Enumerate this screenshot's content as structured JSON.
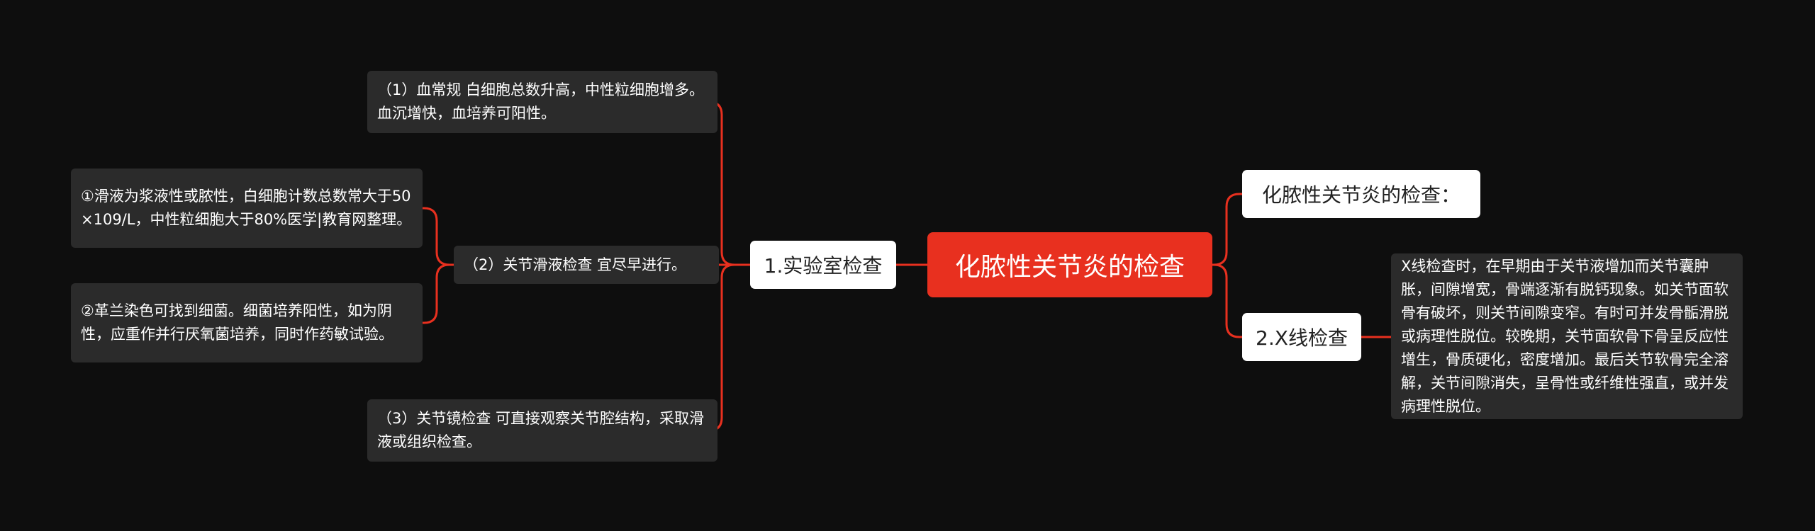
{
  "colors": {
    "background": "#0e0e0e",
    "root": "#e8301f",
    "connector": "#e8301f",
    "level1": "#ffffff",
    "leaf": "#2b2b2b"
  },
  "root": {
    "label": "化脓性关节炎的检查"
  },
  "branches": {
    "lab": {
      "label": "1.实验室检查",
      "items": {
        "blood": {
          "text": "（1）血常规 白细胞总数升高，中性粒细胞增多。血沉增快，血培养可阳性。"
        },
        "synovial": {
          "text": "（2）关节滑液检查 宜尽早进行。",
          "children": [
            {
              "text": "①滑液为浆液性或脓性，白细胞计数总数常大于50×109/L，中性粒细胞大于80%医学|教育网整理。"
            },
            {
              "text": "②革兰染色可找到细菌。细菌培养阳性，如为阴性，应重作并行厌氧菌培养，同时作药敏试验。"
            }
          ]
        },
        "arthroscopy": {
          "text": "（3）关节镜检查 可直接观察关节腔结构，采取滑液或组织检查。"
        }
      }
    },
    "intro": {
      "label": "化脓性关节炎的检查："
    },
    "xray": {
      "label": "2.X线检查",
      "detail": "X线检查时，在早期由于关节液增加而关节囊肿胀，间隙增宽，骨端逐渐有脱钙现象。如关节面软骨有破坏，则关节间隙变窄。有时可并发骨骺滑脱或病理性脱位。较晚期，关节面软骨下骨呈反应性增生，骨质硬化，密度增加。最后关节软骨完全溶解，关节间隙消失，呈骨性或纤维性强直，或并发病理性脱位。"
    }
  }
}
